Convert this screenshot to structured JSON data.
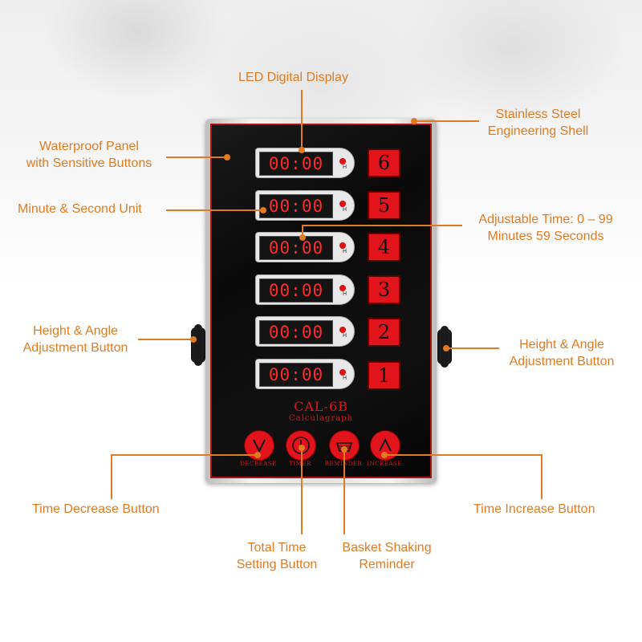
{
  "callouts": {
    "led_display": "LED Digital Display",
    "shell_1": "Stainless Steel",
    "shell_2": "Engineering Shell",
    "panel_1": "Waterproof Panel",
    "panel_2": "with Sensitive Buttons",
    "unit": "Minute & Second Unit",
    "adjust_1": "Adjustable Time: 0 – 99",
    "adjust_2": "Minutes 59 Seconds",
    "height_left_1": "Height & Angle",
    "height_left_2": "Adjustment Button",
    "height_right_1": "Height & Angle",
    "height_right_2": "Adjustment Button",
    "decrease": "Time Decrease Button",
    "increase": "Time Increase Button",
    "total_1": "Total Time",
    "total_2": "Setting Button",
    "basket_1": "Basket Shaking",
    "basket_2": "Reminder"
  },
  "device": {
    "model": "CAL-6B",
    "subtitle": "Calculagraph",
    "timers": [
      {
        "display": "00:00",
        "button": "6"
      },
      {
        "display": "00:00",
        "button": "5"
      },
      {
        "display": "00:00",
        "button": "4"
      },
      {
        "display": "00:00",
        "button": "3"
      },
      {
        "display": "00:00",
        "button": "2"
      },
      {
        "display": "00:00",
        "button": "1"
      }
    ],
    "led_label": "H",
    "controls": {
      "decrease": "DECREASE",
      "timer": "TIMER",
      "reminder": "REMINDER",
      "increase": "INCREASE"
    }
  },
  "colors": {
    "accent": "#e07b22",
    "device_red": "#e0141a",
    "display_red": "#ff2a2a"
  }
}
